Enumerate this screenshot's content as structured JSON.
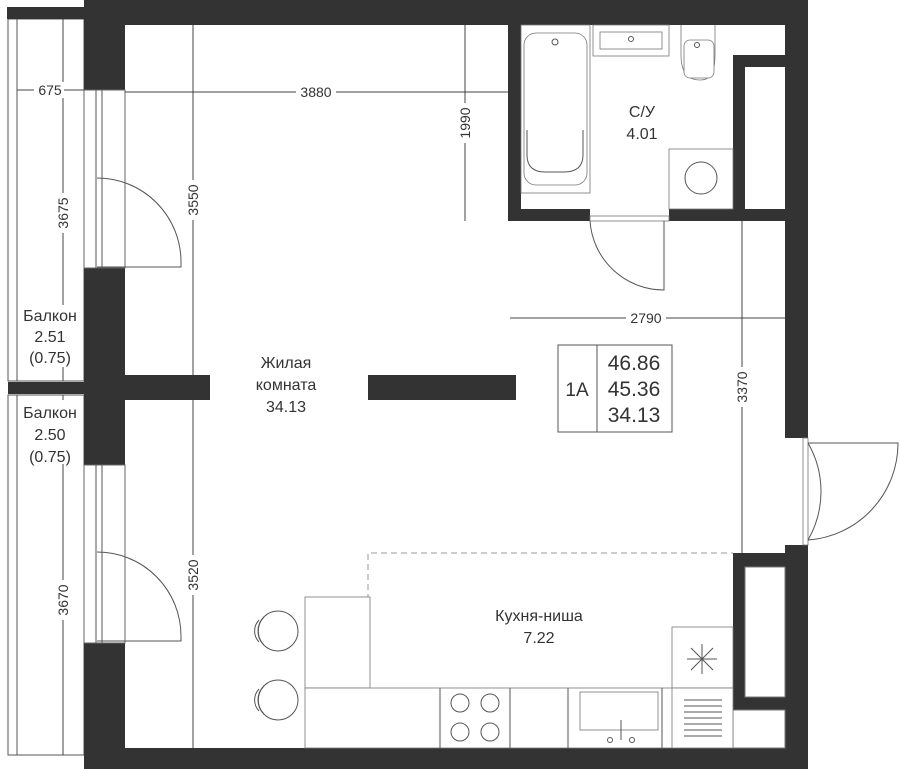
{
  "rooms": {
    "living": {
      "name_line1": "Жилая",
      "name_line2": "комната",
      "area": "34.13"
    },
    "bathroom": {
      "name": "С/У",
      "area": "4.01"
    },
    "kitchen": {
      "name": "Кухня-ниша",
      "area": "7.22"
    },
    "balcony1": {
      "name": "Балкон",
      "area": "2.51",
      "reduced": "(0.75)"
    },
    "balcony2": {
      "name": "Балкон",
      "area": "2.50",
      "reduced": "(0.75)"
    }
  },
  "summary": {
    "type": "1А",
    "total": "46.86",
    "living_total": "45.36",
    "living": "34.13"
  },
  "dimensions": {
    "d675": "675",
    "d3880": "3880",
    "d1990": "1990",
    "d3675": "3675",
    "d3550": "3550",
    "d3670": "3670",
    "d3520": "3520",
    "d2790": "2790",
    "d3370": "3370"
  }
}
